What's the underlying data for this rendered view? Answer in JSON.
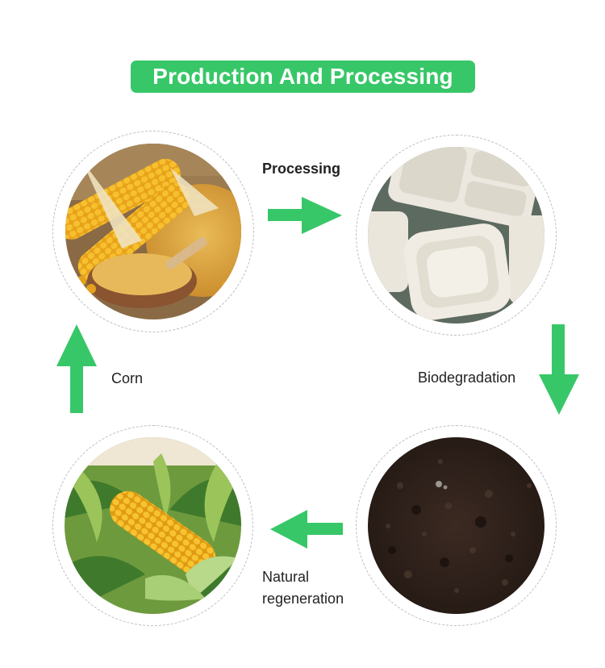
{
  "title": "Production And Processing",
  "accent_color": "#37c768",
  "steps": {
    "processing": "Processing",
    "biodegradation": "Biodegradation",
    "natural_regeneration": [
      "Natural",
      "regeneration"
    ],
    "corn": "Corn"
  },
  "photos": {
    "corn_harvest": "corn-grain-photo",
    "tableware": "biodegradable-tableware-photo",
    "soil": "soil-photo",
    "corn_field": "corn-field-photo"
  }
}
